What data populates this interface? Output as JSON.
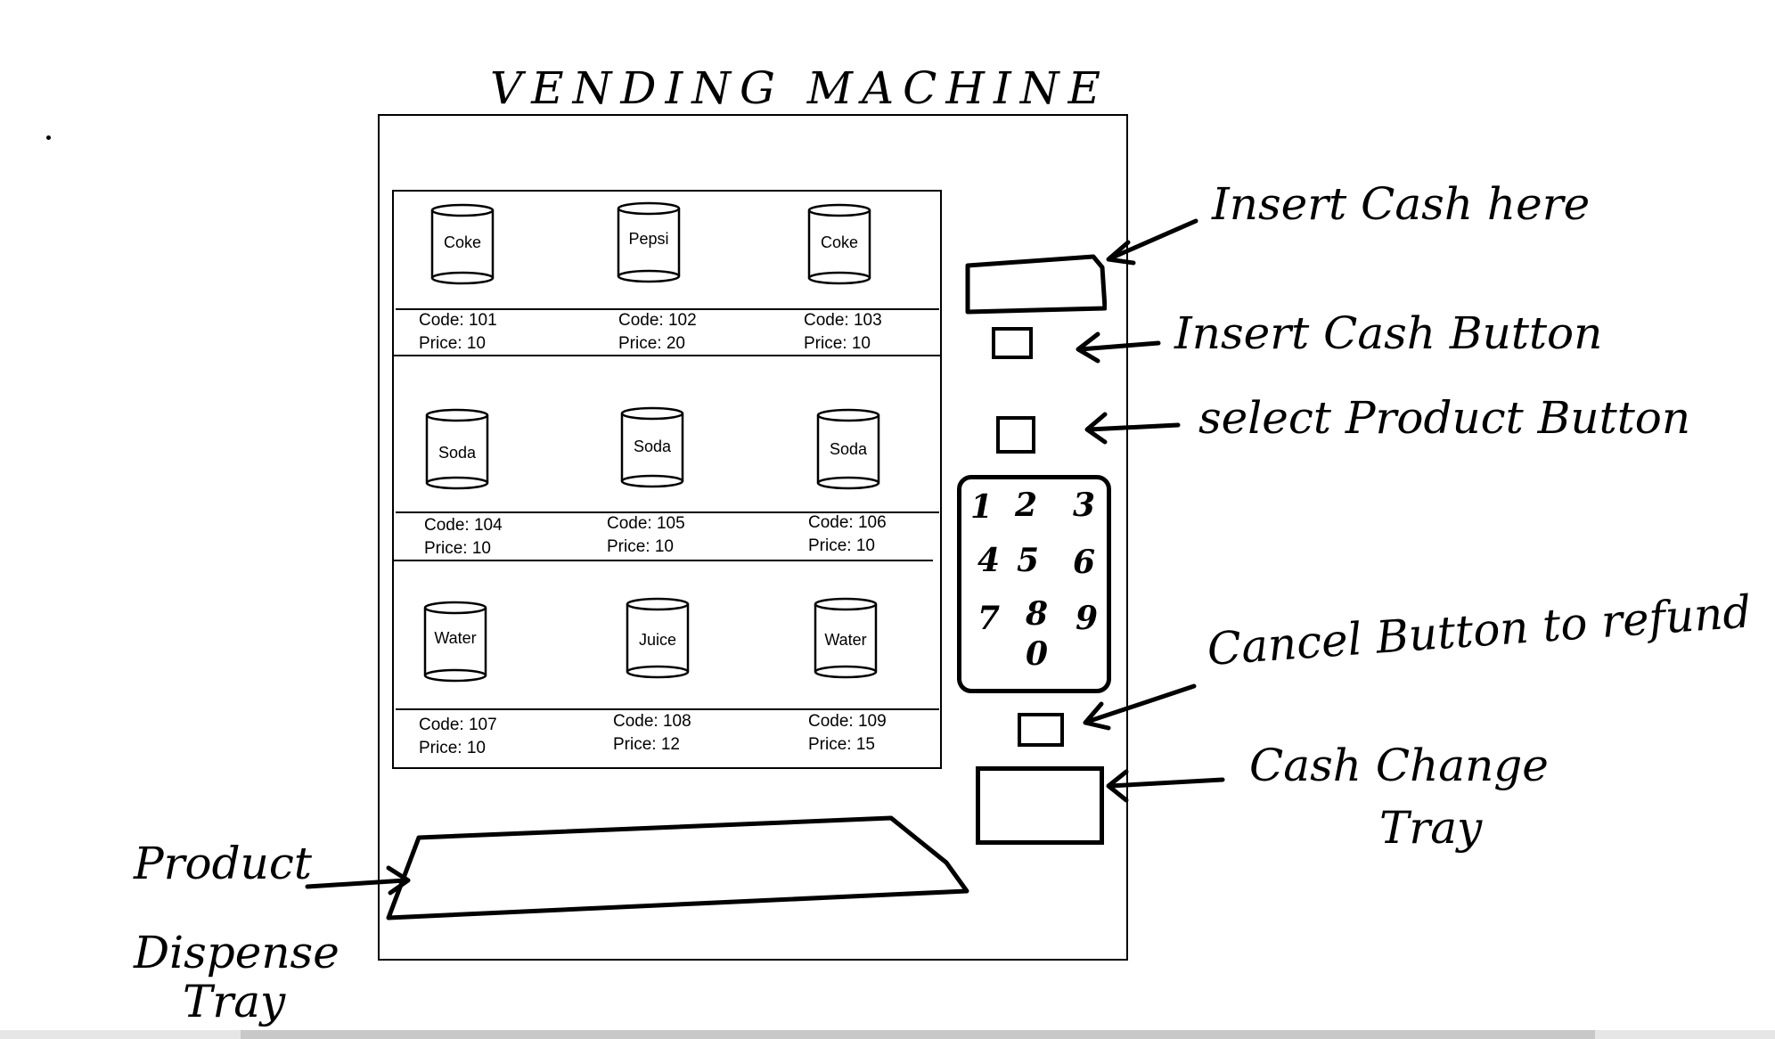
{
  "title": "VENDING MACHINE",
  "shelves": [
    [
      {
        "name": "Coke",
        "code": "Code: 101",
        "price": "Price:  10"
      },
      {
        "name": "Pepsi",
        "code": "Code: 102",
        "price": "Price:  20"
      },
      {
        "name": "Coke",
        "code": "Code: 103",
        "price": "Price:  10"
      }
    ],
    [
      {
        "name": "Soda",
        "code": "Code: 104",
        "price": "Price:  10"
      },
      {
        "name": "Soda",
        "code": "Code: 105",
        "price": "Price:  10"
      },
      {
        "name": "Soda",
        "code": "Code: 106",
        "price": "Price:  10"
      }
    ],
    [
      {
        "name": "Water",
        "code": "Code: 107",
        "price": "Price:  10"
      },
      {
        "name": "Juice",
        "code": "Code: 108",
        "price": "Price:  12"
      },
      {
        "name": "Water",
        "code": "Code: 109",
        "price": "Price:  15"
      }
    ]
  ],
  "keypad": [
    "1",
    "2",
    "3",
    "4",
    "5",
    "6",
    "7",
    "8",
    "9",
    "0"
  ],
  "annotations": {
    "insert_cash_here": "Insert Cash here",
    "insert_cash_button": "Insert Cash Button",
    "select_product_button": "select Product Button",
    "cancel_button": "Cancel Button to refund",
    "cash_change_tray_1": "Cash Change",
    "cash_change_tray_2": "Tray",
    "product_dispense_tray_1": "Product",
    "product_dispense_tray_2": "Dispense",
    "product_dispense_tray_3": "Tray"
  }
}
